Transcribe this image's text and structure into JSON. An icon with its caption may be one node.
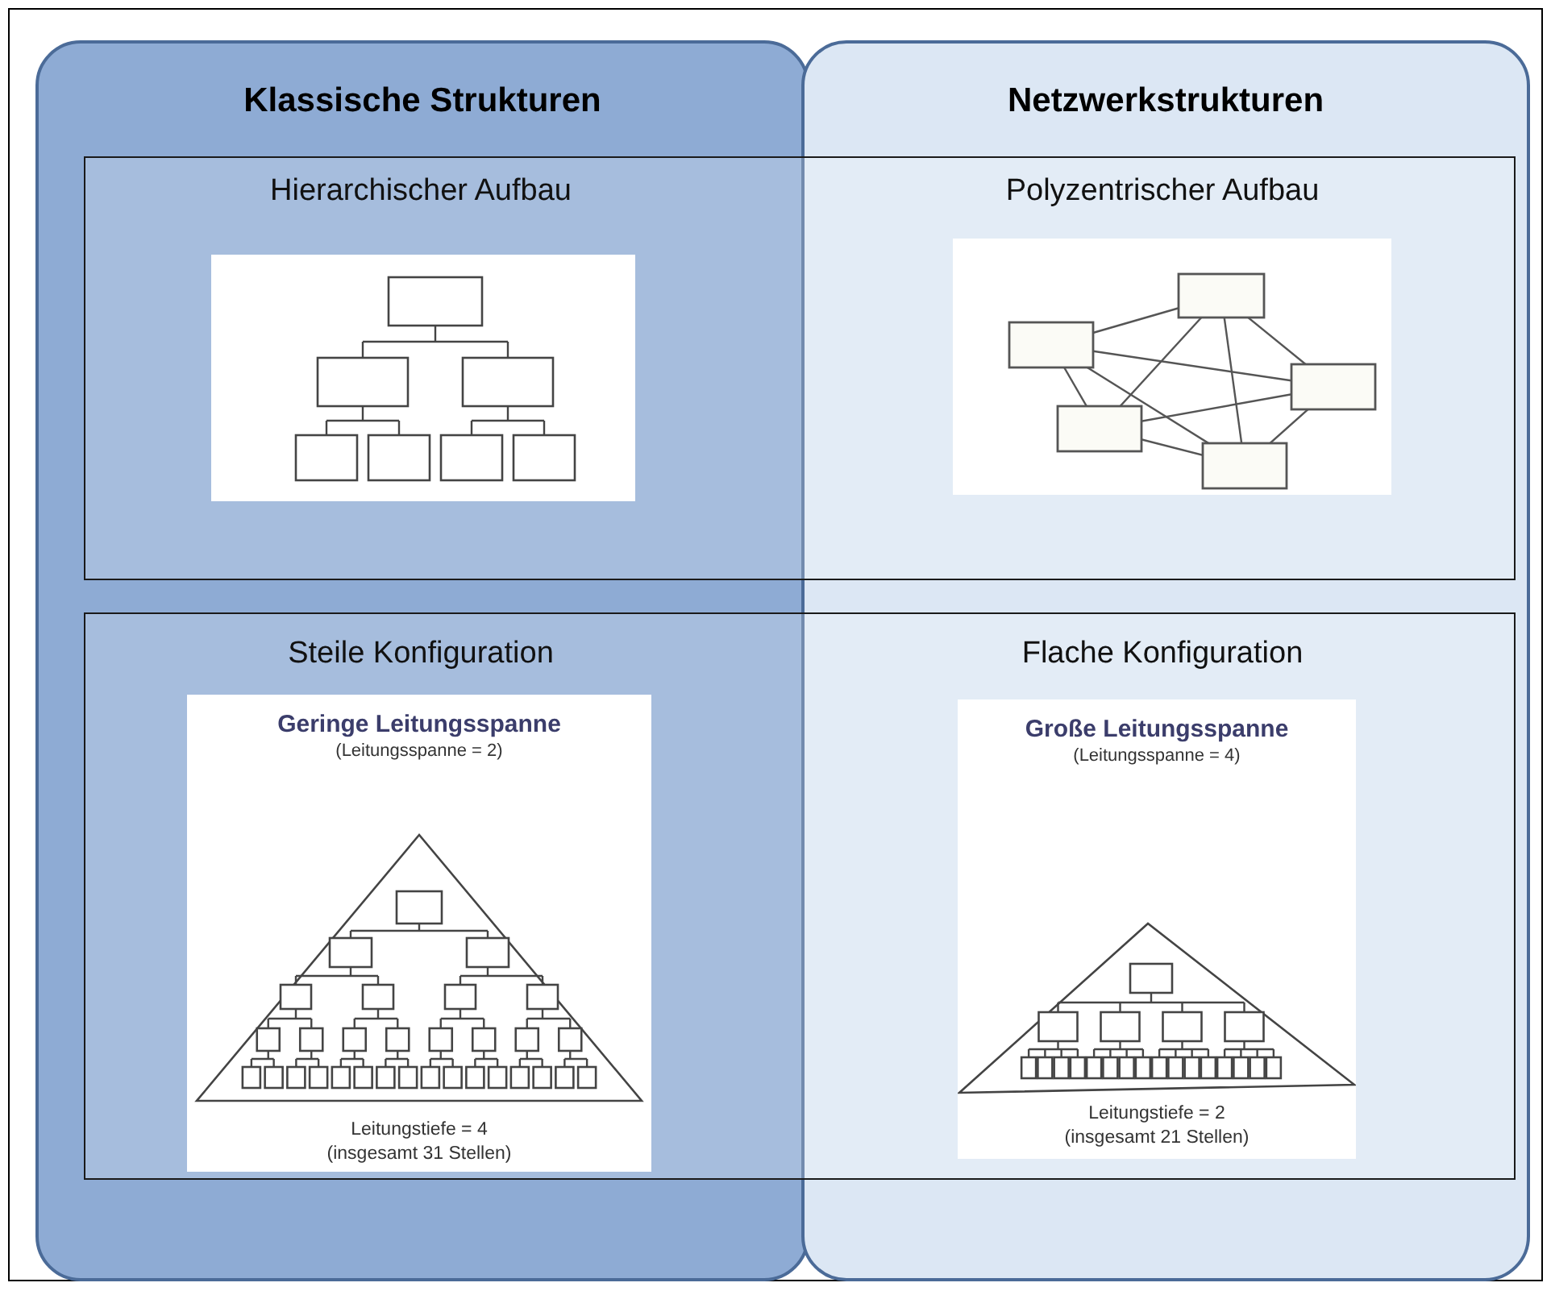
{
  "diagram": {
    "nodes": [
      {
        "text": [
          "Klassische Strukturen"
        ]
      },
      {
        "text": [
          "Netzwerkstrukturen"
        ]
      },
      {
        "text": [
          "Hierarchischer Aufbau",
          "Polyzentrischer Aufbau"
        ]
      },
      {
        "text": [
          "Steile Konfiguration",
          "Flache Konfiguration"
        ]
      },
      {
        "text": [
          "Geringe Leitungsspanne",
          "(Leitungsspanne = 2)",
          "Leitungstiefe = 4 (insgesamt 31 Stellen)"
        ]
      },
      {
        "text": [
          "Große Leitungsspanne",
          "(Leitungsspanne = 4)",
          "Leitungstiefe = 2 (insgesamt 21 Stellen)"
        ]
      }
    ]
  }
}
